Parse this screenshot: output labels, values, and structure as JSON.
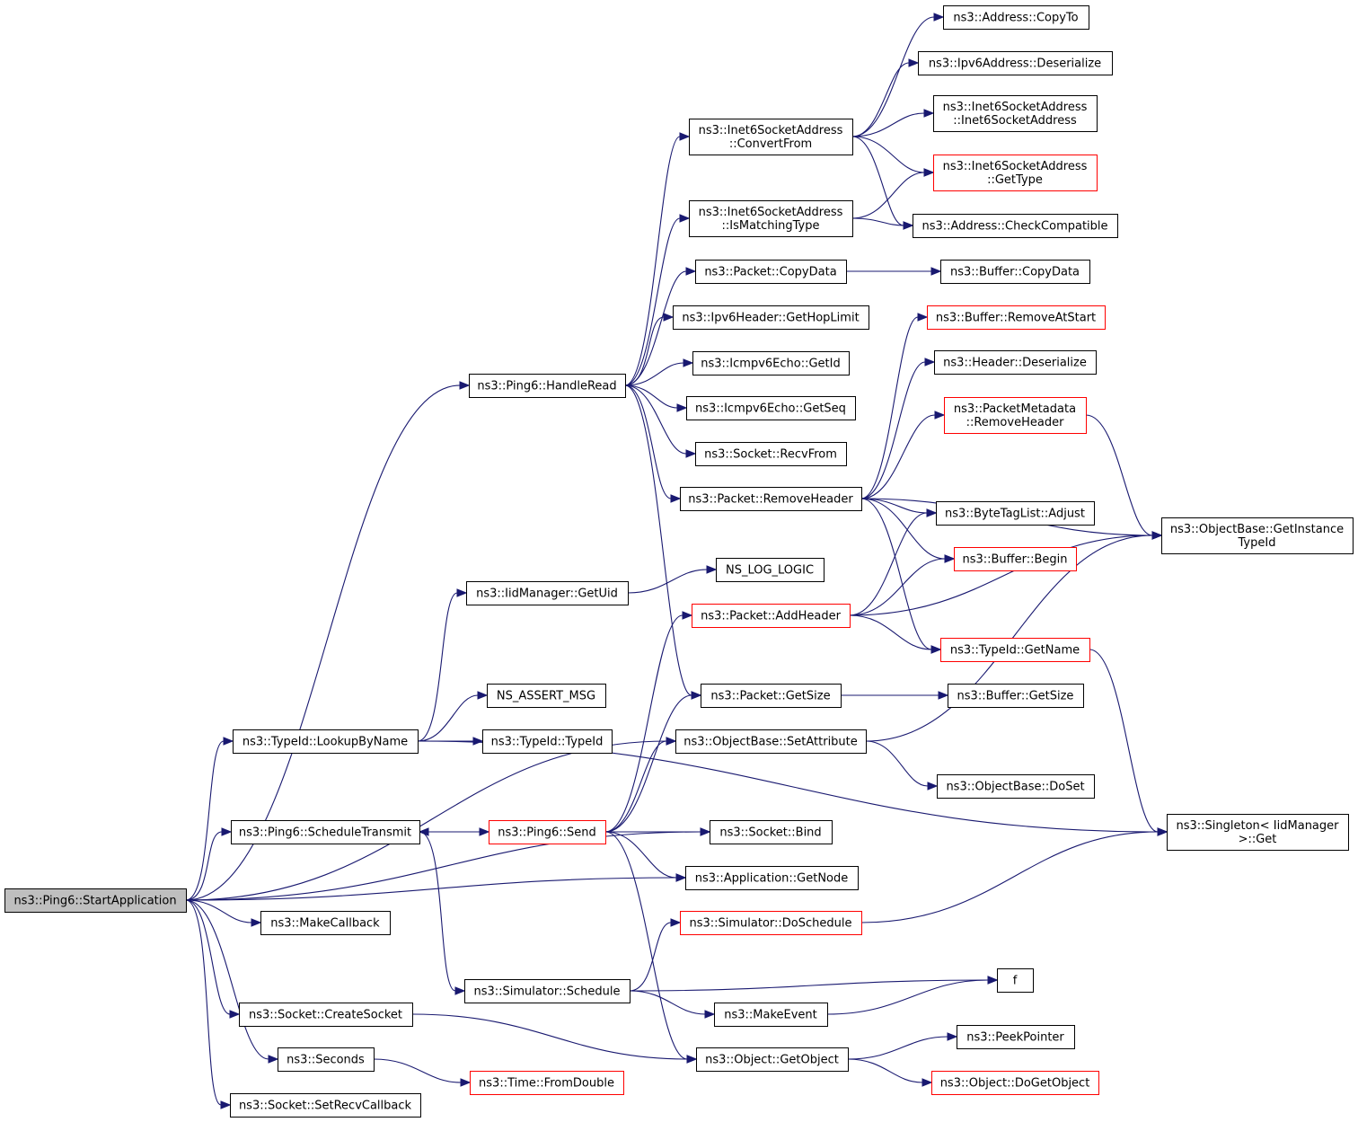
{
  "colors": {
    "edge": "#191970",
    "node_border": "#000000",
    "node_border_incomplete": "#ff0000",
    "root_fill": "#bfbfbf",
    "background": "#ffffff"
  },
  "nodes": [
    {
      "id": "start",
      "lines": [
        "ns3::Ping6::StartApplication"
      ],
      "style": "root"
    },
    {
      "id": "handleread",
      "lines": [
        "ns3::Ping6::HandleRead"
      ],
      "style": "normal"
    },
    {
      "id": "convertfrom",
      "lines": [
        "ns3::Inet6SocketAddress",
        "::ConvertFrom"
      ],
      "style": "normal"
    },
    {
      "id": "ismatching",
      "lines": [
        "ns3::Inet6SocketAddress",
        "::IsMatchingType"
      ],
      "style": "normal"
    },
    {
      "id": "pkt_copydata",
      "lines": [
        "ns3::Packet::CopyData"
      ],
      "style": "normal"
    },
    {
      "id": "hoplimit",
      "lines": [
        "ns3::Ipv6Header::GetHopLimit"
      ],
      "style": "normal"
    },
    {
      "id": "getid",
      "lines": [
        "ns3::Icmpv6Echo::GetId"
      ],
      "style": "normal"
    },
    {
      "id": "getseq",
      "lines": [
        "ns3::Icmpv6Echo::GetSeq"
      ],
      "style": "normal"
    },
    {
      "id": "recvfrom",
      "lines": [
        "ns3::Socket::RecvFrom"
      ],
      "style": "normal"
    },
    {
      "id": "removeheader",
      "lines": [
        "ns3::Packet::RemoveHeader"
      ],
      "style": "normal"
    },
    {
      "id": "addr_copyto",
      "lines": [
        "ns3::Address::CopyTo"
      ],
      "style": "normal"
    },
    {
      "id": "ipv6_deser",
      "lines": [
        "ns3::Ipv6Address::Deserialize"
      ],
      "style": "normal"
    },
    {
      "id": "inet6_ctor",
      "lines": [
        "ns3::Inet6SocketAddress",
        "::Inet6SocketAddress"
      ],
      "style": "normal"
    },
    {
      "id": "inet6_gettype",
      "lines": [
        "ns3::Inet6SocketAddress",
        "::GetType"
      ],
      "style": "incomplete"
    },
    {
      "id": "checkcompat",
      "lines": [
        "ns3::Address::CheckCompatible"
      ],
      "style": "normal"
    },
    {
      "id": "buf_copydata",
      "lines": [
        "ns3::Buffer::CopyData"
      ],
      "style": "normal"
    },
    {
      "id": "buf_removeatstart",
      "lines": [
        "ns3::Buffer::RemoveAtStart"
      ],
      "style": "incomplete"
    },
    {
      "id": "hdr_deser",
      "lines": [
        "ns3::Header::Deserialize"
      ],
      "style": "normal"
    },
    {
      "id": "pm_removeheader",
      "lines": [
        "ns3::PacketMetadata",
        "::RemoveHeader"
      ],
      "style": "incomplete"
    },
    {
      "id": "getinstancetypeid",
      "lines": [
        "ns3::ObjectBase::GetInstance",
        "TypeId"
      ],
      "style": "normal"
    },
    {
      "id": "btl_adjust",
      "lines": [
        "ns3::ByteTagList::Adjust"
      ],
      "style": "normal"
    },
    {
      "id": "buf_begin",
      "lines": [
        "ns3::Buffer::Begin"
      ],
      "style": "incomplete"
    },
    {
      "id": "iid_getuid",
      "lines": [
        "ns3::IidManager::GetUid"
      ],
      "style": "normal"
    },
    {
      "id": "nslog",
      "lines": [
        "NS_LOG_LOGIC"
      ],
      "style": "normal"
    },
    {
      "id": "addheader",
      "lines": [
        "ns3::Packet::AddHeader"
      ],
      "style": "incomplete"
    },
    {
      "id": "typeid_getname",
      "lines": [
        "ns3::TypeId::GetName"
      ],
      "style": "incomplete"
    },
    {
      "id": "nsassert",
      "lines": [
        "NS_ASSERT_MSG"
      ],
      "style": "normal"
    },
    {
      "id": "pkt_getsize",
      "lines": [
        "ns3::Packet::GetSize"
      ],
      "style": "normal"
    },
    {
      "id": "buf_getsize",
      "lines": [
        "ns3::Buffer::GetSize"
      ],
      "style": "normal"
    },
    {
      "id": "lookupbyname",
      "lines": [
        "ns3::TypeId::LookupByName"
      ],
      "style": "normal"
    },
    {
      "id": "typeid_ctor",
      "lines": [
        "ns3::TypeId::TypeId"
      ],
      "style": "normal"
    },
    {
      "id": "setattribute",
      "lines": [
        "ns3::ObjectBase::SetAttribute"
      ],
      "style": "normal"
    },
    {
      "id": "doset",
      "lines": [
        "ns3::ObjectBase::DoSet"
      ],
      "style": "normal"
    },
    {
      "id": "scheduletransmit",
      "lines": [
        "ns3::Ping6::ScheduleTransmit"
      ],
      "style": "normal"
    },
    {
      "id": "send",
      "lines": [
        "ns3::Ping6::Send"
      ],
      "style": "incomplete"
    },
    {
      "id": "sock_bind",
      "lines": [
        "ns3::Socket::Bind"
      ],
      "style": "normal"
    },
    {
      "id": "singleton_get",
      "lines": [
        "ns3::Singleton< IidManager",
        " >::Get"
      ],
      "style": "normal"
    },
    {
      "id": "app_getnode",
      "lines": [
        "ns3::Application::GetNode"
      ],
      "style": "normal"
    },
    {
      "id": "makecallback",
      "lines": [
        "ns3::MakeCallback"
      ],
      "style": "normal"
    },
    {
      "id": "doschedule",
      "lines": [
        "ns3::Simulator::DoSchedule"
      ],
      "style": "incomplete"
    },
    {
      "id": "f",
      "lines": [
        "f"
      ],
      "style": "normal"
    },
    {
      "id": "schedule",
      "lines": [
        "ns3::Simulator::Schedule"
      ],
      "style": "normal"
    },
    {
      "id": "createsocket",
      "lines": [
        "ns3::Socket::CreateSocket"
      ],
      "style": "normal"
    },
    {
      "id": "makeevent",
      "lines": [
        "ns3::MakeEvent"
      ],
      "style": "normal"
    },
    {
      "id": "peekpointer",
      "lines": [
        "ns3::PeekPointer"
      ],
      "style": "normal"
    },
    {
      "id": "seconds",
      "lines": [
        "ns3::Seconds"
      ],
      "style": "normal"
    },
    {
      "id": "getobject",
      "lines": [
        "ns3::Object::GetObject"
      ],
      "style": "normal"
    },
    {
      "id": "fromdouble",
      "lines": [
        "ns3::Time::FromDouble"
      ],
      "style": "incomplete"
    },
    {
      "id": "dogetobject",
      "lines": [
        "ns3::Object::DoGetObject"
      ],
      "style": "incomplete"
    },
    {
      "id": "setrecvcallback",
      "lines": [
        "ns3::Socket::SetRecvCallback"
      ],
      "style": "normal"
    }
  ],
  "edges": [
    [
      "start",
      "handleread"
    ],
    [
      "start",
      "lookupbyname"
    ],
    [
      "start",
      "scheduletransmit"
    ],
    [
      "start",
      "sock_bind"
    ],
    [
      "start",
      "app_getnode"
    ],
    [
      "start",
      "makecallback"
    ],
    [
      "start",
      "createsocket"
    ],
    [
      "start",
      "seconds"
    ],
    [
      "start",
      "setrecvcallback"
    ],
    [
      "start",
      "setattribute"
    ],
    [
      "handleread",
      "convertfrom"
    ],
    [
      "handleread",
      "ismatching"
    ],
    [
      "handleread",
      "pkt_copydata"
    ],
    [
      "handleread",
      "hoplimit"
    ],
    [
      "handleread",
      "getid"
    ],
    [
      "handleread",
      "getseq"
    ],
    [
      "handleread",
      "recvfrom"
    ],
    [
      "handleread",
      "removeheader"
    ],
    [
      "handleread",
      "pkt_getsize"
    ],
    [
      "convertfrom",
      "addr_copyto"
    ],
    [
      "convertfrom",
      "ipv6_deser"
    ],
    [
      "convertfrom",
      "inet6_ctor"
    ],
    [
      "convertfrom",
      "inet6_gettype"
    ],
    [
      "convertfrom",
      "checkcompat"
    ],
    [
      "ismatching",
      "inet6_gettype"
    ],
    [
      "ismatching",
      "checkcompat"
    ],
    [
      "pkt_copydata",
      "buf_copydata"
    ],
    [
      "removeheader",
      "buf_removeatstart"
    ],
    [
      "removeheader",
      "hdr_deser"
    ],
    [
      "removeheader",
      "pm_removeheader"
    ],
    [
      "removeheader",
      "getinstancetypeid"
    ],
    [
      "removeheader",
      "btl_adjust"
    ],
    [
      "removeheader",
      "buf_begin"
    ],
    [
      "removeheader",
      "typeid_getname"
    ],
    [
      "pm_removeheader",
      "getinstancetypeid"
    ],
    [
      "addheader",
      "btl_adjust"
    ],
    [
      "addheader",
      "buf_begin"
    ],
    [
      "addheader",
      "getinstancetypeid"
    ],
    [
      "addheader",
      "typeid_getname"
    ],
    [
      "typeid_getname",
      "singleton_get"
    ],
    [
      "iid_getuid",
      "nslog"
    ],
    [
      "lookupbyname",
      "iid_getuid"
    ],
    [
      "lookupbyname",
      "nsassert"
    ],
    [
      "lookupbyname",
      "typeid_ctor"
    ],
    [
      "lookupbyname",
      "singleton_get"
    ],
    [
      "pkt_getsize",
      "buf_getsize"
    ],
    [
      "setattribute",
      "getinstancetypeid"
    ],
    [
      "setattribute",
      "doset"
    ],
    [
      "scheduletransmit",
      "send"
    ],
    [
      "scheduletransmit",
      "schedule"
    ],
    [
      "send",
      "scheduletransmit"
    ],
    [
      "send",
      "addheader"
    ],
    [
      "send",
      "pkt_getsize"
    ],
    [
      "send",
      "setattribute"
    ],
    [
      "send",
      "sock_bind"
    ],
    [
      "send",
      "app_getnode"
    ],
    [
      "send",
      "getobject"
    ],
    [
      "doschedule",
      "singleton_get"
    ],
    [
      "schedule",
      "doschedule"
    ],
    [
      "schedule",
      "f"
    ],
    [
      "schedule",
      "makeevent"
    ],
    [
      "makeevent",
      "f"
    ],
    [
      "createsocket",
      "getobject"
    ],
    [
      "seconds",
      "fromdouble"
    ],
    [
      "getobject",
      "peekpointer"
    ],
    [
      "getobject",
      "dogetobject"
    ]
  ]
}
